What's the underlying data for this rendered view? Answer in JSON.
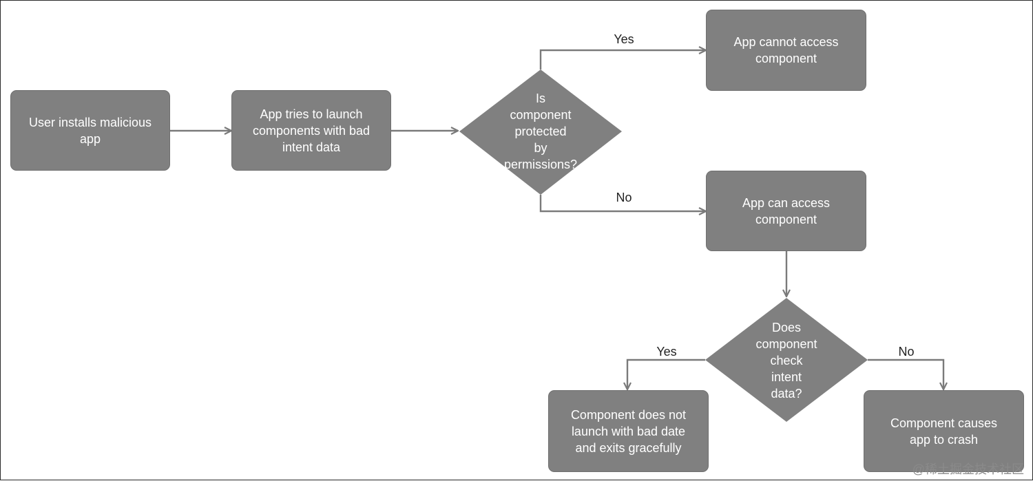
{
  "colors": {
    "node_fill": "#808080",
    "line": "#7a7a7a",
    "node_text": "#ffffff",
    "label_text": "#222222"
  },
  "nodes": {
    "user_installs": "User installs malicious\napp",
    "app_tries": "App tries to launch\ncomponents with bad\nintent data",
    "is_protected": "Is\ncomponent\nprotected\nby\npermissions?",
    "cannot_access": "App cannot access\ncomponent",
    "can_access": "App can access\ncomponent",
    "does_check": "Does\ncomponent\ncheck\nintent\ndata?",
    "does_not_launch": "Component does not\nlaunch with bad date\nand exits gracefully",
    "causes_crash": "Component causes\napp to crash"
  },
  "edge_labels": {
    "yes_top": "Yes",
    "no_mid": "No",
    "yes_bottom": "Yes",
    "no_bottom": "No"
  },
  "watermark": "@稀土掘金技术社区"
}
